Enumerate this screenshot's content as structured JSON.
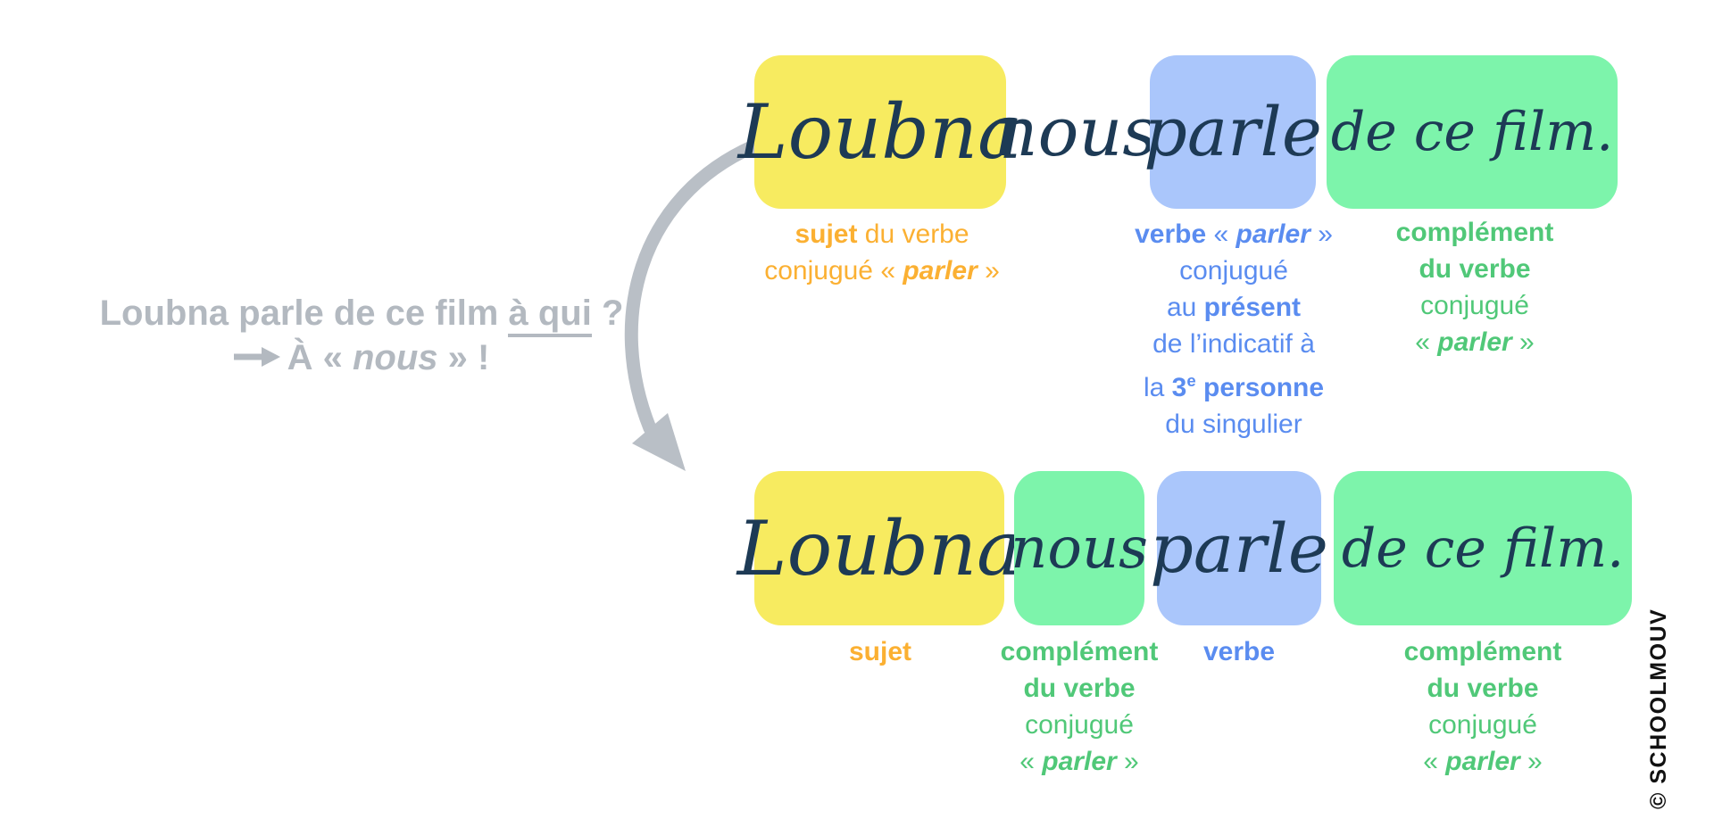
{
  "colors": {
    "yellow_box": "#f7eb60",
    "blue_box": "#aac6fb",
    "green_box": "#7df4ab",
    "navy_text": "#1d3a55",
    "orange_label": "#fbb032",
    "blue_label": "#5a8cf0",
    "green_label": "#50c878",
    "gray_text": "#b3b9c0",
    "watermark_black": "#111111"
  },
  "question": {
    "line1_pre": "Loubna parle de ce film ",
    "line1_underlined": "à qui",
    "line1_post": " ?",
    "line2_pre": "À « ",
    "line2_emph": "nous",
    "line2_post": " » !"
  },
  "top_sentence": {
    "words": [
      "Loubna",
      "nous",
      "parle",
      "de ce film."
    ],
    "subject_label": {
      "l1_bold": "sujet",
      "l1_rest": " du verbe",
      "l2_pre": "conjugué « ",
      "l2_italic": "parler",
      "l2_post": " »"
    },
    "verb_label": {
      "l1_bold": "verbe",
      "l1_pre": " « ",
      "l1_italic": "parler",
      "l1_post": " »",
      "l2": "conjugué",
      "l3_pre": "au ",
      "l3_bold": "présent",
      "l4": "de l’indicatif à",
      "l5_pre": "la ",
      "l5_bold": "3",
      "l5_sup": "e",
      "l5_bold2": " personne",
      "l6": "du singulier"
    },
    "complement_label": {
      "l1": "complément",
      "l2": "du verbe",
      "l3": "conjugué",
      "l4_pre": "« ",
      "l4_italic": "parler",
      "l4_post": " »"
    }
  },
  "bottom_sentence": {
    "words": [
      "Loubna",
      "nous",
      "parle",
      "de ce film."
    ],
    "subject_label": "sujet",
    "verb_label": "verbe",
    "complement_label_nous": {
      "l1": "complément",
      "l2": "du verbe",
      "l3": "conjugué",
      "l4_pre": "« ",
      "l4_italic": "parler",
      "l4_post": " »"
    },
    "complement_label_film": {
      "l1": "complément",
      "l2": "du verbe",
      "l3": "conjugué",
      "l4_pre": "« ",
      "l4_italic": "parler",
      "l4_post": " »"
    }
  },
  "watermark": "© SCHOOLMOUV"
}
